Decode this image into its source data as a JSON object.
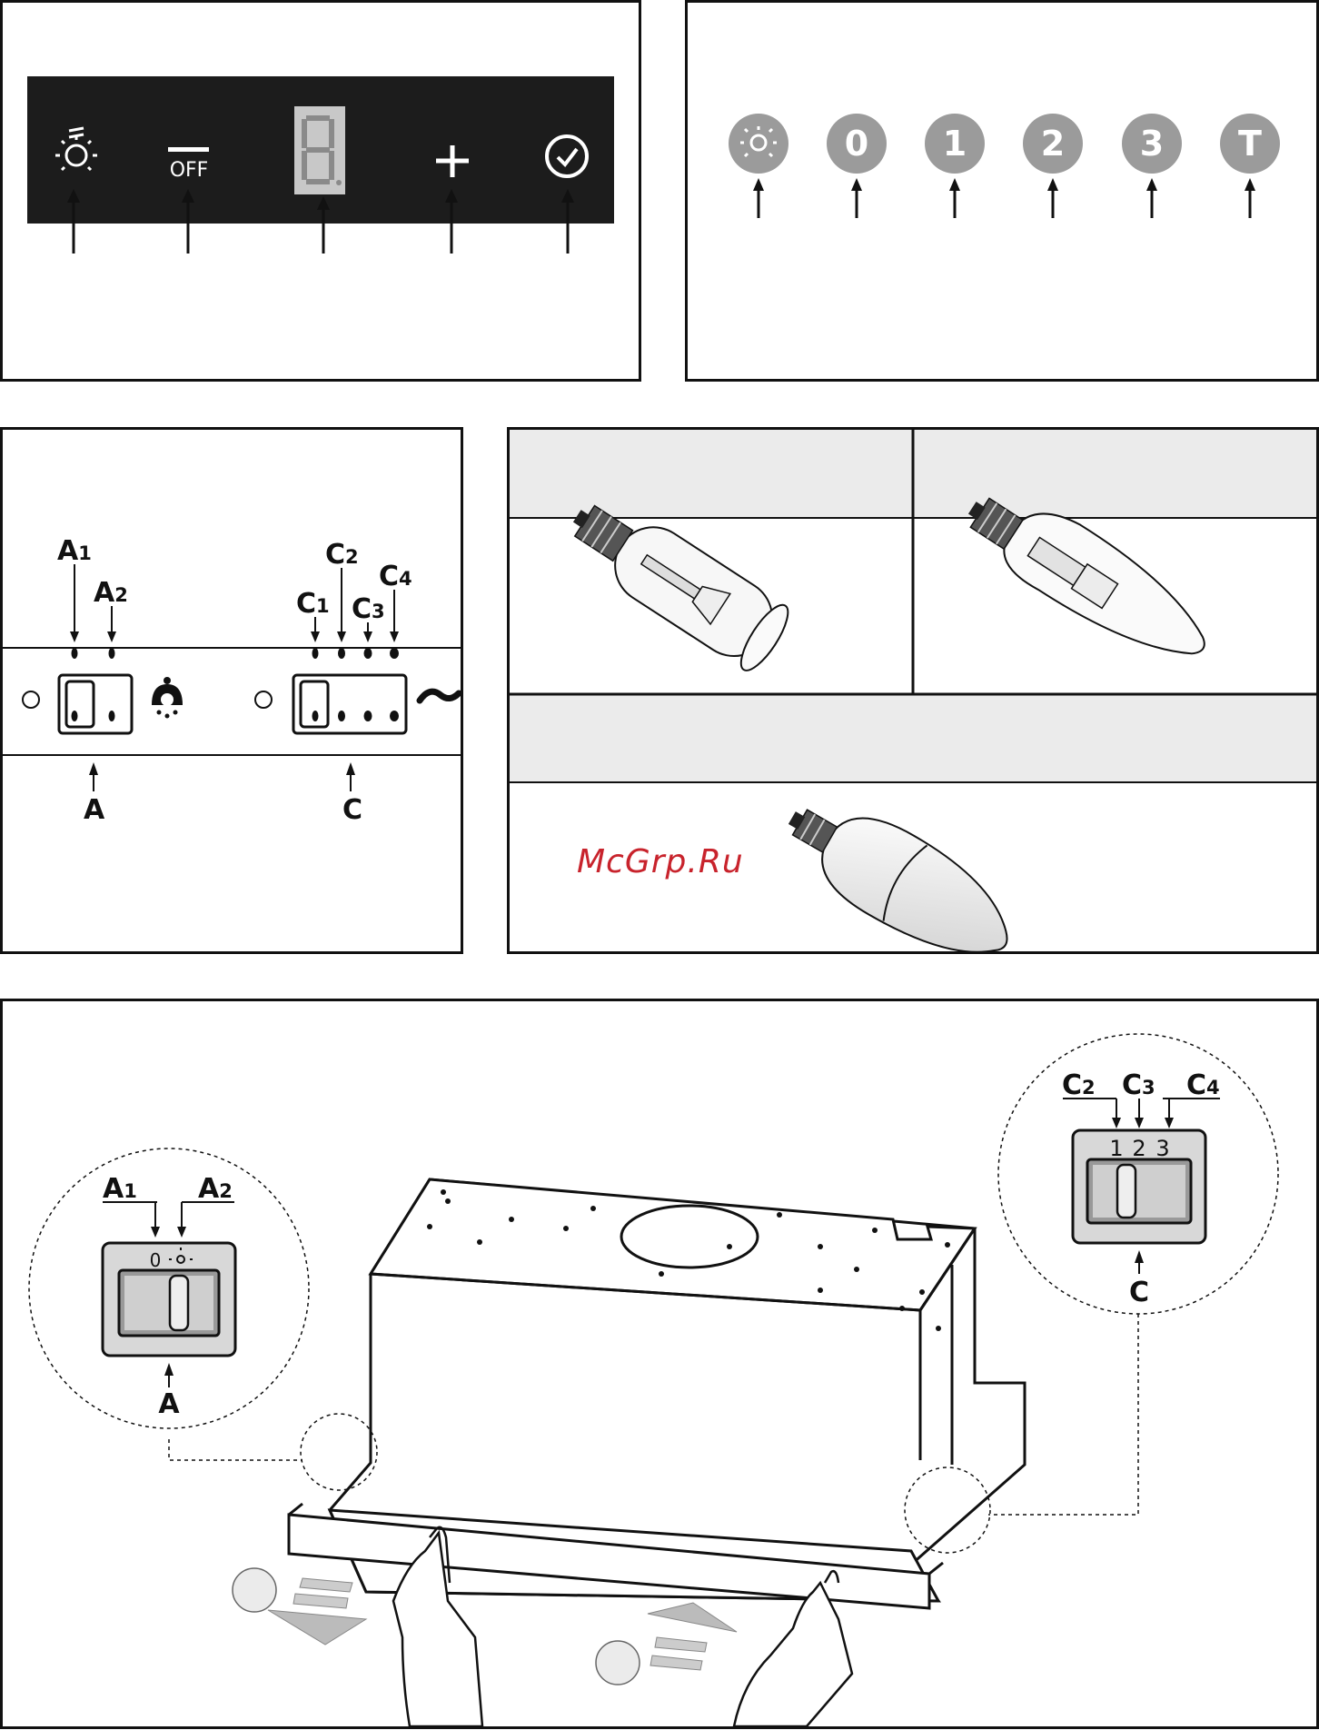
{
  "panel1": {
    "off_label": "OFF",
    "display_digit": "8."
  },
  "panel2": {
    "buttons": [
      {
        "label": "",
        "icon": "light-icon"
      },
      {
        "label": "0"
      },
      {
        "label": "1"
      },
      {
        "label": "2"
      },
      {
        "label": "3"
      },
      {
        "label": "T"
      }
    ]
  },
  "panel3": {
    "switch_a": {
      "pos1": "A",
      "pos1_sub": "1",
      "pos2": "A",
      "pos2_sub": "2",
      "label": "A"
    },
    "switch_c": {
      "c1": "C",
      "c1_sub": "1",
      "c2": "C",
      "c2_sub": "2",
      "c3": "C",
      "c3_sub": "3",
      "c4": "C",
      "c4_sub": "4",
      "label": "C"
    }
  },
  "panel4": {
    "watermark": "McGrp.Ru"
  },
  "panel5": {
    "callout_a": {
      "a1": "A",
      "a1_sub": "1",
      "a2": "A",
      "a2_sub": "2",
      "label": "A",
      "scale_off": "0"
    },
    "callout_c": {
      "c2": "C",
      "c2_sub": "2",
      "c3": "C",
      "c3_sub": "3",
      "c4": "C",
      "c4_sub": "4",
      "label": "C",
      "scale": [
        "1",
        "2",
        "3"
      ]
    }
  }
}
